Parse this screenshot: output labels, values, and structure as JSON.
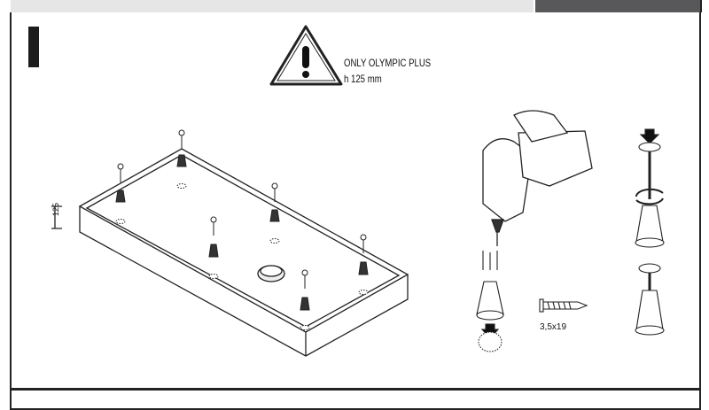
{
  "warning": {
    "line1": "ONLY OLYMPIC PLUS",
    "line2": "h 125 mm"
  },
  "tray": {
    "height_label": "125"
  },
  "screw": {
    "size_label": "3,5x19"
  }
}
